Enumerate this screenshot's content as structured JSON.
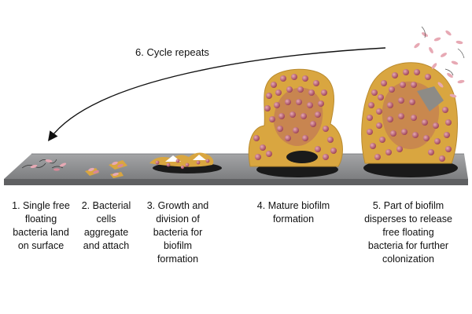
{
  "cycle_label": "6. Cycle repeats",
  "stages": [
    {
      "label": "1. Single free\nfloating\nbacteria land\non surface"
    },
    {
      "label": "2. Bacterial\ncells\naggregate\nand attach"
    },
    {
      "label": "3. Growth and\ndivision of\nbacteria for\nbiofilm\nformation"
    },
    {
      "label": "4. Mature biofilm\nformation"
    },
    {
      "label": "5. Part of biofilm\ndisperses to release\nfree floating\nbacteria for further\ncolonization"
    }
  ],
  "colors": {
    "surface_top": "#8f9092",
    "surface_side": "#5f6062",
    "matrix": "#d9a640",
    "bacteria": "#a8485a",
    "bacteria_light": "#e7a9b4",
    "shadow": "#1a1a1a"
  }
}
